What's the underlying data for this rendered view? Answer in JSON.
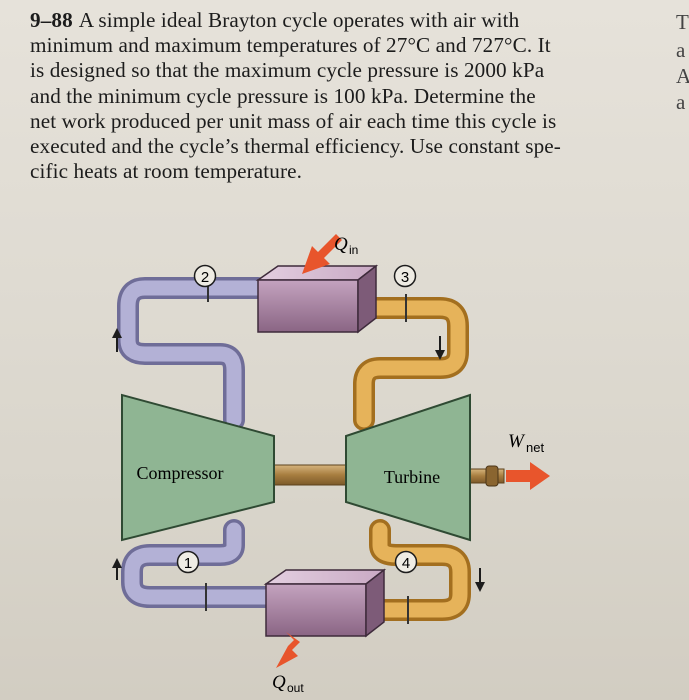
{
  "problem": {
    "number": "9–88",
    "lines": [
      "A simple ideal Brayton cycle operates with air with",
      "minimum and maximum temperatures of 27°C and 727°C. It",
      "is designed so that the maximum cycle pressure is 2000 kPa",
      "and the minimum cycle pressure is 100 kPa. Determine the",
      "net work produced per unit mass of air each time this cycle is",
      "executed and the cycle’s thermal efficiency. Use constant spe-",
      "cific heats at room temperature."
    ]
  },
  "margin_glyphs": [
    "T",
    "a",
    "A",
    "a"
  ],
  "diagram": {
    "compressor_label": "Compressor",
    "turbine_label": "Turbine",
    "q_in": {
      "main": "Q",
      "sub": "in"
    },
    "q_out": {
      "main": "Q",
      "sub": "out"
    },
    "w_net": {
      "main": "W",
      "sub": "net"
    },
    "states": [
      "1",
      "2",
      "3",
      "4"
    ],
    "colors": {
      "cold_pipe": "#a8a6cc",
      "hot_pipe": "#d9a24a",
      "machine": "#8fb593",
      "heat_exchanger": "#a17a9b",
      "arrow": "#e8552c"
    }
  }
}
